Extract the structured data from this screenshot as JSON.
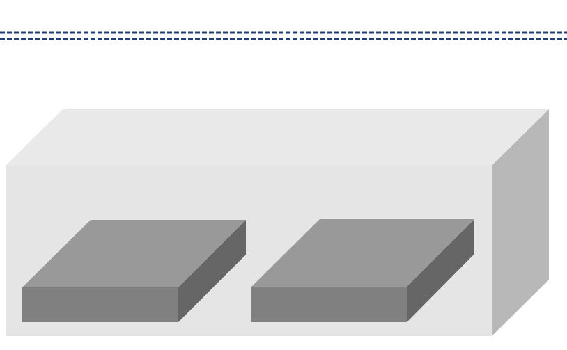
{
  "diagram": {
    "background": "#ffffff",
    "divider": {
      "style": "double-dashed",
      "color": "#1f3f78"
    },
    "enclosure": {
      "shape": "box-3d",
      "front_color": "#e5e5e5",
      "top_color": "#e9e9e9",
      "side_color": "#b8b8b8"
    },
    "slots": [
      {
        "shape": "slab-3d",
        "front_color": "#808080",
        "top_color": "#999999",
        "side_color": "#666666"
      },
      {
        "shape": "slab-3d",
        "front_color": "#808080",
        "top_color": "#999999",
        "side_color": "#666666"
      }
    ]
  }
}
